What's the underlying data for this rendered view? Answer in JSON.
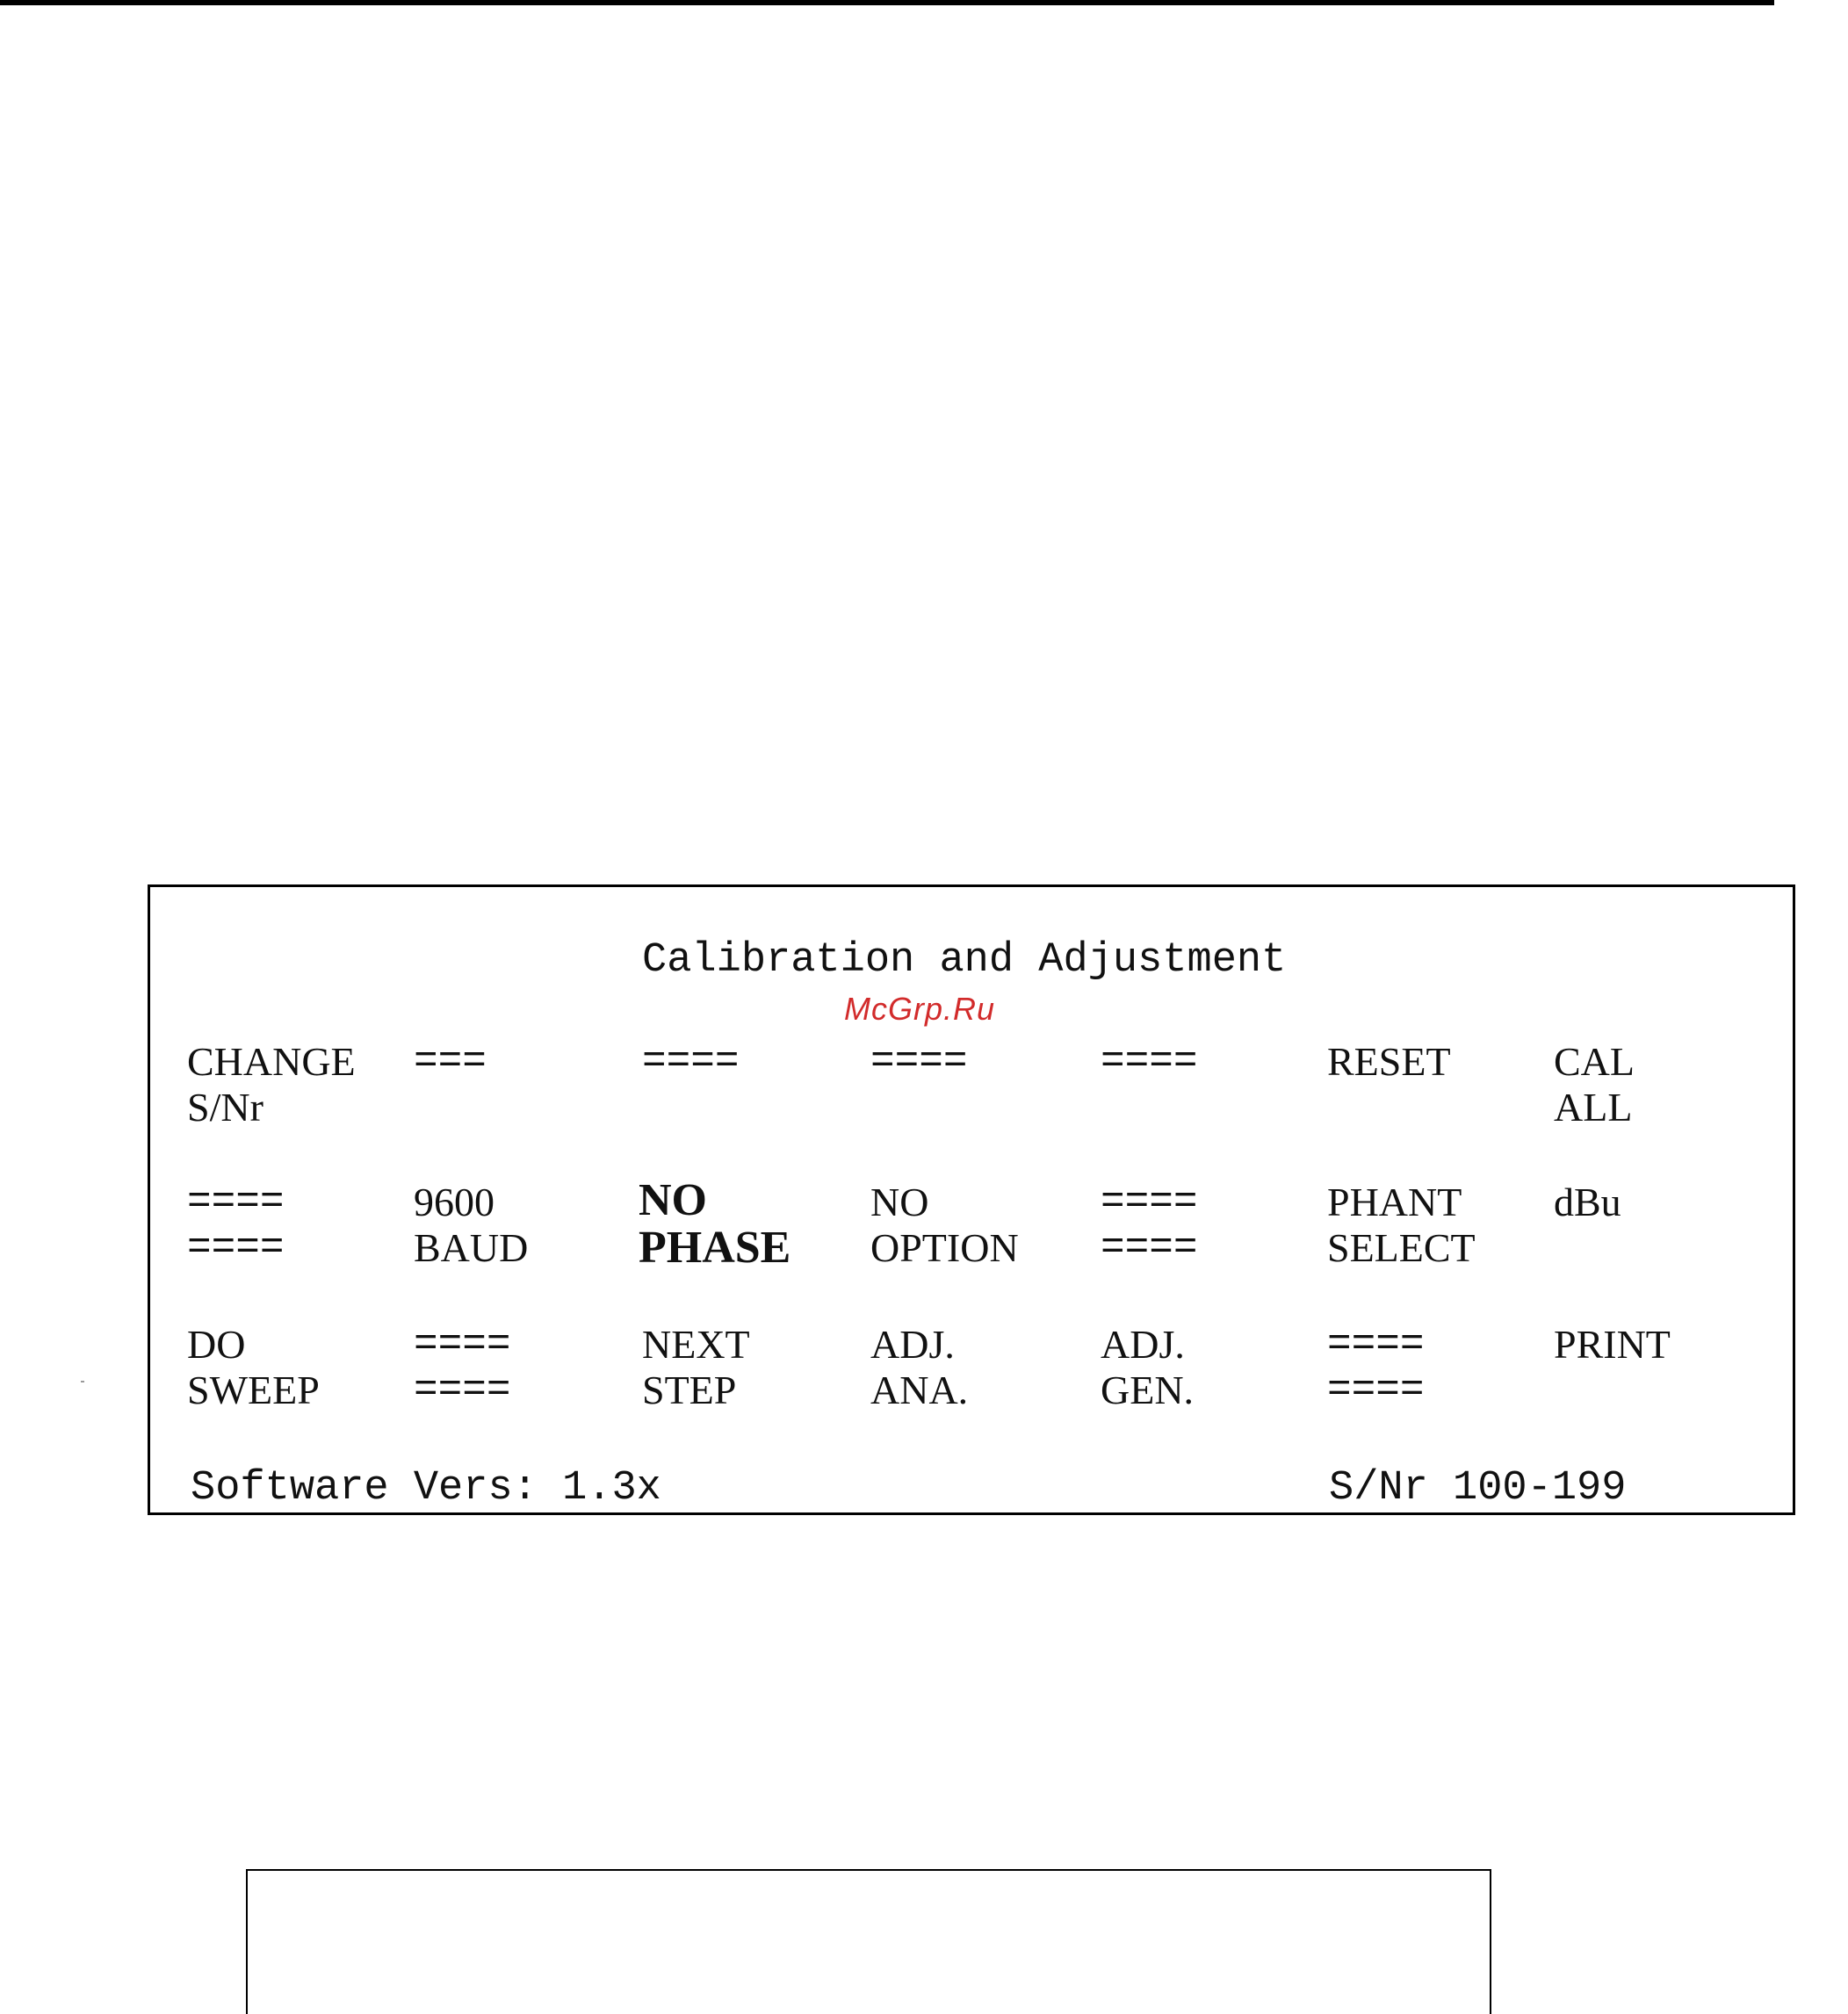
{
  "screen": {
    "title": "Calibration and Adjustment",
    "watermark": "McGrp.Ru",
    "rows": [
      [
        {
          "l1": "CHANGE",
          "l2": "S/Nr"
        },
        {
          "l1": "===",
          "l2": ""
        },
        {
          "l1": "====",
          "l2": ""
        },
        {
          "l1": "====",
          "l2": ""
        },
        {
          "l1": "====",
          "l2": ""
        },
        {
          "l1": "RESET",
          "l2": ""
        },
        {
          "l1": "CAL",
          "l2": "ALL"
        }
      ],
      [
        {
          "l1": "====",
          "l2": "===="
        },
        {
          "l1": "9600",
          "l2": "BAUD"
        },
        {
          "l1": "NO",
          "l2": "PHASE"
        },
        {
          "l1": "NO",
          "l2": "OPTION"
        },
        {
          "l1": "====",
          "l2": "===="
        },
        {
          "l1": "PHANT",
          "l2": "SELECT"
        },
        {
          "l1": "dBu",
          "l2": ""
        }
      ],
      [
        {
          "l1": "DO",
          "l2": "SWEEP"
        },
        {
          "l1": "====",
          "l2": "===="
        },
        {
          "l1": "NEXT",
          "l2": "STEP"
        },
        {
          "l1": "ADJ.",
          "l2": "ANA."
        },
        {
          "l1": "ADJ.",
          "l2": "GEN."
        },
        {
          "l1": "====",
          "l2": "===="
        },
        {
          "l1": "PRINT",
          "l2": ""
        }
      ]
    ],
    "footer": {
      "software_version": "Software Vers: 1.3x",
      "serial_range": "S/Nr 100-199"
    }
  }
}
